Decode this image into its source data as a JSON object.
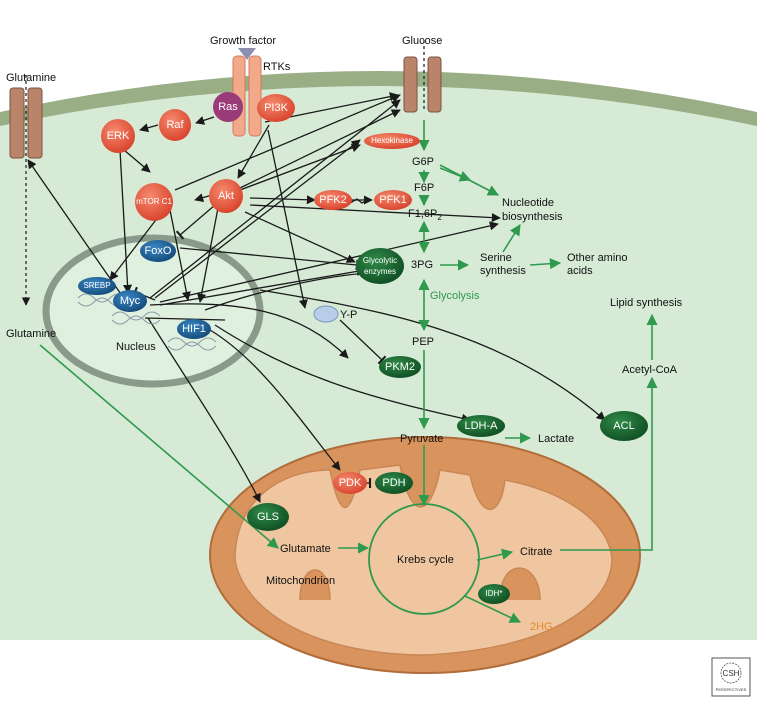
{
  "labels": {
    "growth_factor": "Growth factor",
    "rtks": "RTKs",
    "glucose": "Glucose",
    "glutamine_top": "Glutamine",
    "glutamine_mid": "Glutamine",
    "g6p": "G6P",
    "f6p": "F6P",
    "f16p2_main": "F1,6P",
    "f16p2_sub": "2",
    "nucleotide1": "Nucleotide",
    "nucleotide2": "biosynthesis",
    "three_pg": "3PG",
    "serine1": "Serine",
    "serine2": "synthesis",
    "other_aa1": "Other amino",
    "other_aa2": "acids",
    "glycolysis": "Glycolysis",
    "lipid": "Lipid synthesis",
    "acetyl_coa": "Acetyl-CoA",
    "pep": "PEP",
    "pyruvate": "Pyruvate",
    "lactate": "Lactate",
    "nucleus": "Nucleus",
    "glutamate": "Glutamate",
    "krebs": "Krebs cycle",
    "citrate": "Citrate",
    "mitochondrion": "Mitochondrion",
    "two_hg": "2HG",
    "yp": "Y-P"
  },
  "nodes": {
    "ras": "Ras",
    "pi3k": "PI3K",
    "raf": "Raf",
    "erk": "ERK",
    "hexokinase": "Hexokinase",
    "akt": "Akt",
    "mtorc1": "mTOR C1",
    "pfk2": "PFK2",
    "pfk1": "PFK1",
    "foxo": "FoxO",
    "srebp": "SREBP",
    "myc": "Myc",
    "hif1": "HIF1",
    "glyco1": "Glycolytic",
    "glyco2": "enzymes",
    "pkm2": "PKM2",
    "ldha": "LDH-A",
    "acl": "ACL",
    "pdk": "PDK",
    "pdh": "PDH",
    "gls": "GLS",
    "idh": "IDH*"
  },
  "logo": {
    "line1": "CSH",
    "line2": "PERSPECTIVES"
  },
  "colors": {
    "cytoplasm": "#d6ead6",
    "membrane": "#9aae86",
    "node_red": "#e8533a",
    "node_green": "#1f6e34",
    "node_blue": "#1d5f96",
    "arrow_green": "#2f9a4e",
    "mito_outer": "#d9945e",
    "mito_inner": "#efc69f",
    "receptor": "#f2a98a",
    "transporter": "#b9846a",
    "ras": "#9b3a78"
  }
}
